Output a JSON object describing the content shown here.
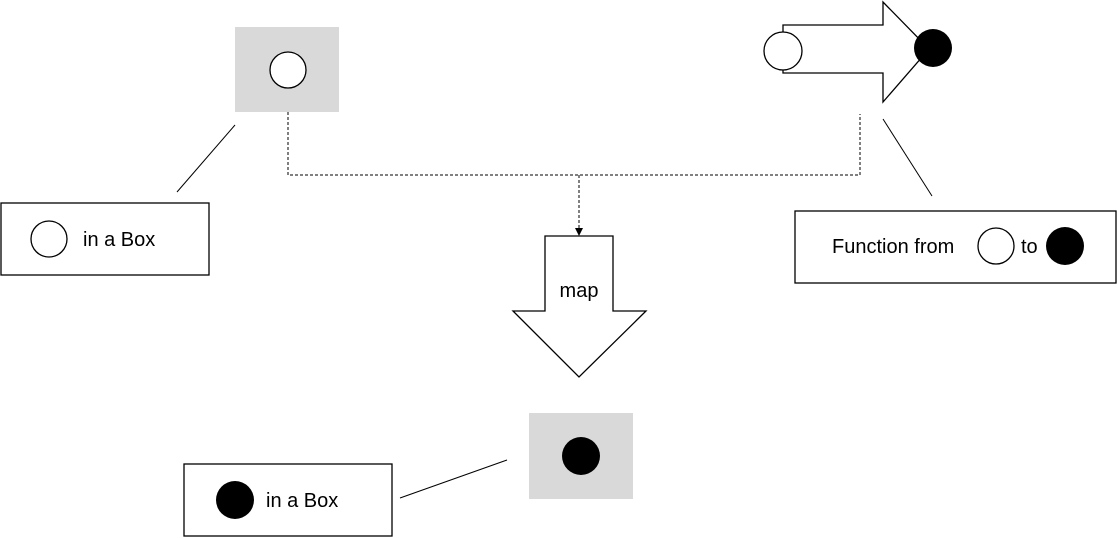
{
  "map_label": "map",
  "box_label_top": "in a Box",
  "box_label_bottom": "in a Box",
  "function_label_prefix": "Function from",
  "function_label_mid": "to",
  "colors": {
    "box_fill": "#d9d9d9",
    "stroke": "#000000",
    "white_circle": "#ffffff",
    "black_circle": "#000000"
  }
}
